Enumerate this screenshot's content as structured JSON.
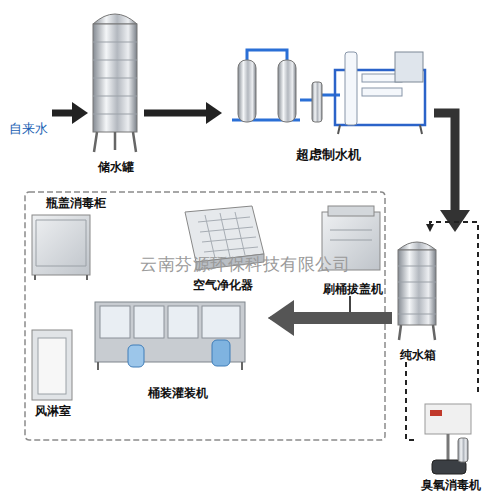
{
  "diagram": {
    "nodes": [
      {
        "text": [
          "自来水"
        ]
      },
      {
        "text": [
          "储水罐"
        ]
      },
      {
        "text": [
          "超虑制水机"
        ]
      },
      {
        "text": [
          "瓶盖消毒柜"
        ]
      },
      {
        "text": [
          "空气净化器"
        ]
      },
      {
        "text": [
          "刷桶拔盖机"
        ]
      },
      {
        "text": [
          "纯水箱"
        ]
      },
      {
        "text": [
          "桶装灌装机"
        ]
      },
      {
        "text": [
          "风淋室"
        ]
      },
      {
        "text": [
          "臭氧消毒机"
        ]
      }
    ],
    "edges": [
      {
        "from": 0,
        "to": 1,
        "arrow": "to"
      },
      {
        "from": 1,
        "to": 2,
        "arrow": "to"
      },
      {
        "from": 2,
        "to": 6,
        "arrow": "to"
      },
      {
        "from": 6,
        "to": 9,
        "arrow": "none"
      },
      {
        "from": 9,
        "to": 6,
        "arrow": "to"
      },
      {
        "from": 5,
        "to": 7,
        "arrow": "to"
      },
      {
        "from": 6,
        "to": 7,
        "arrow": "to"
      }
    ],
    "labels": [
      "云南芬源环保科技有限公司"
    ]
  }
}
